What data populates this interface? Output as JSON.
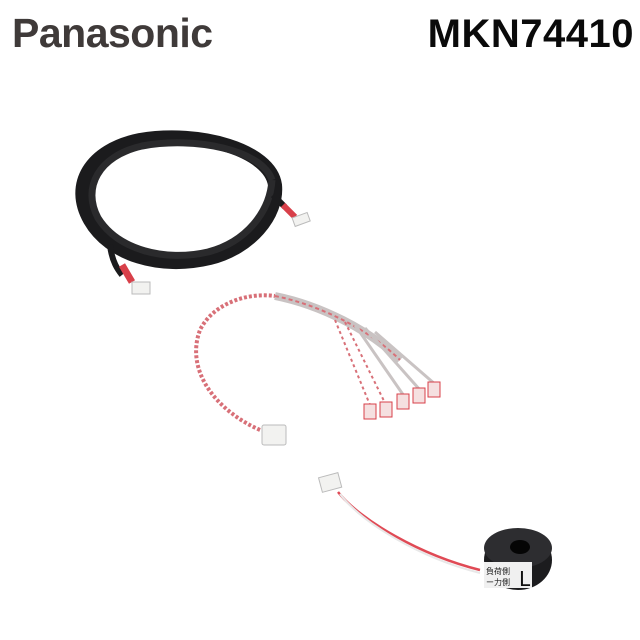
{
  "header": {
    "brand": "Panasonic",
    "model_number": "MKN74410"
  },
  "product_image": {
    "components": [
      {
        "name": "black-sheathed-cable",
        "description": "Black coiled cable with red-sleeved connectors on both ends"
      },
      {
        "name": "branch-harness",
        "description": "Twisted red/white wire harness with one white connector and five small red terminals"
      },
      {
        "name": "current-sensor-ct",
        "description": "Black ring current transformer with red/white lead and white connector"
      }
    ],
    "ct_label": {
      "top_text": "負荷側",
      "bottom_text": "ー力側",
      "letter": "L"
    }
  },
  "colors": {
    "brand_text": "#3f3a39",
    "model_text": "#0a0a0a",
    "cable_black": "#1a1a1c",
    "wire_red": "#d8404a",
    "connector_white": "#f2f2f0"
  }
}
